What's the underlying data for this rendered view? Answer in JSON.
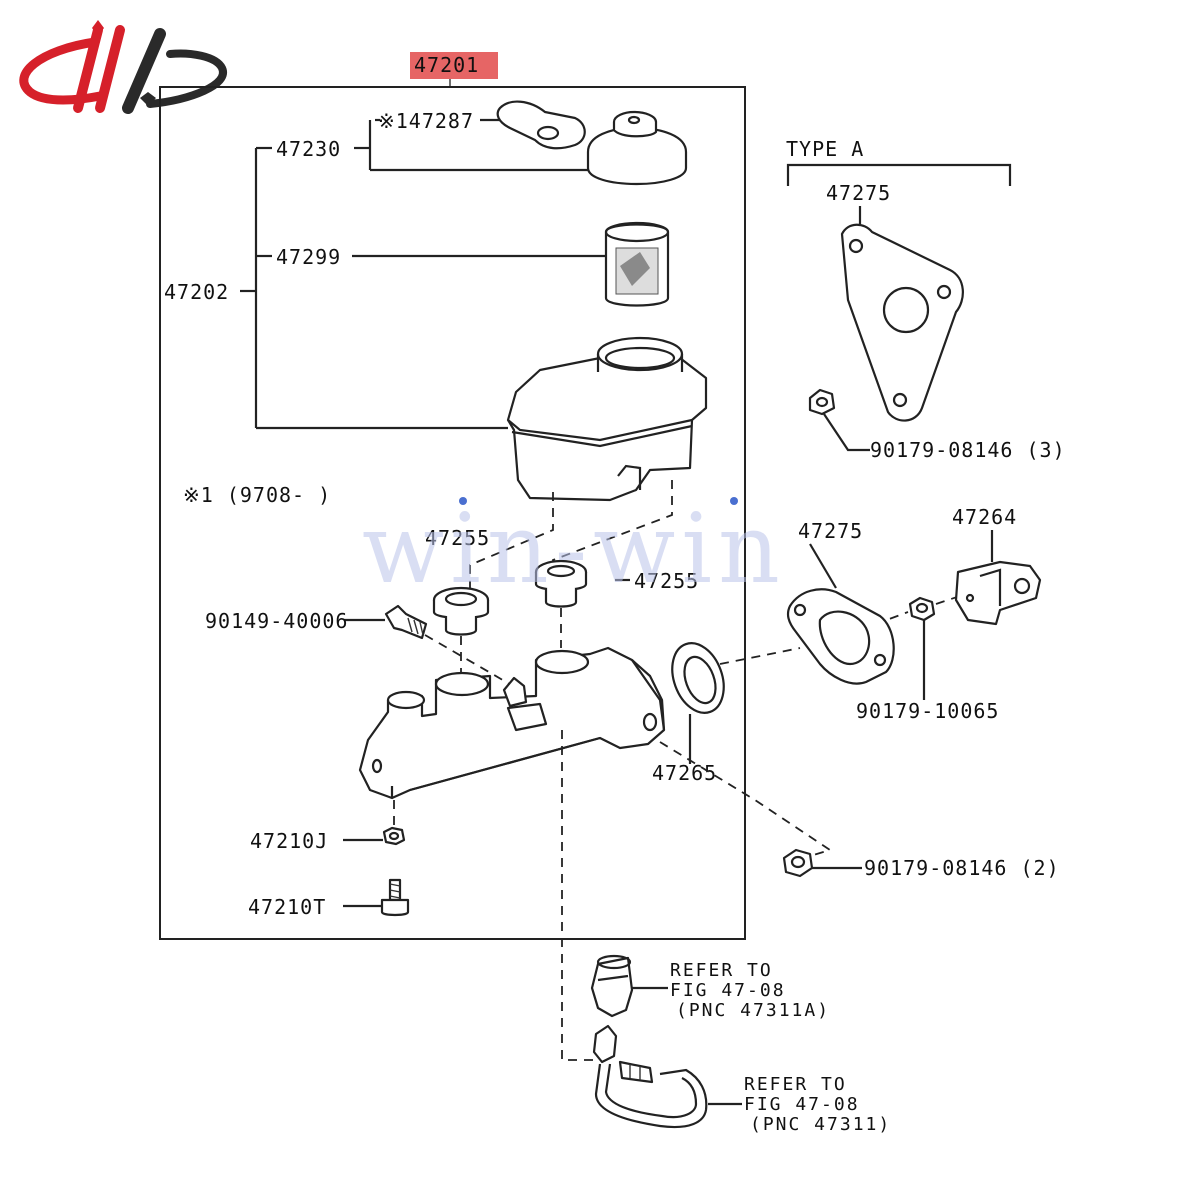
{
  "watermark": {
    "text": "win-win"
  },
  "header_part": {
    "number": "47201",
    "highlight_color": "#e24a4a"
  },
  "logo": {
    "colors": [
      "#d6202a",
      "#2a2a2a"
    ]
  },
  "labels": {
    "p47287": "※147287",
    "p47230": "47230",
    "p47202": "47202",
    "p47299": "47299",
    "note": "※1 (9708-      )",
    "p47255a": "47255",
    "p47255b": "47255",
    "p90149": "90149-40006",
    "p47210j": "47210J",
    "p47210t": "47210T",
    "p47265": "47265",
    "p47275b": "47275",
    "p47264": "47264",
    "p90179_10065": "90179-10065",
    "p90179_08146_2": "90179-08146 (2)"
  },
  "type_a": {
    "title": "TYPE  A",
    "p47275": "47275",
    "p90179_08146_3": "90179-08146 (3)"
  },
  "refer1": {
    "line1": "REFER  TO",
    "line2": "FIG  47-08",
    "line3": "(PNC  47311A)"
  },
  "refer2": {
    "line1": "REFER  TO",
    "line2": "FIG  47-08",
    "line3": "(PNC  47311)"
  }
}
